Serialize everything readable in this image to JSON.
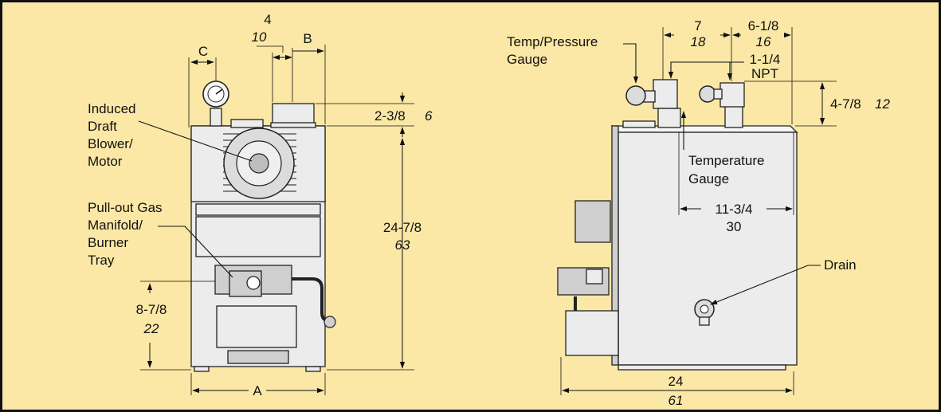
{
  "colors": {
    "background": "#fbe8a6",
    "frame": "#111111"
  },
  "front_view": {
    "labels": {
      "blower": [
        "Induced",
        "Draft",
        "Blower/",
        "Motor"
      ],
      "manifold": [
        "Pull-out Gas",
        "Manifold/",
        "Burner",
        "Tray"
      ]
    },
    "dims": {
      "c": "C",
      "four": "4",
      "ten": "10",
      "b": "B",
      "flue_in": "2-3/8",
      "flue_cm": "6",
      "height_in": "24-7/8",
      "height_cm": "63",
      "gas_in": "8-7/8",
      "gas_cm": "22",
      "a": "A"
    }
  },
  "side_view": {
    "labels": {
      "temp_pressure": [
        "Temp/Pressure",
        "Gauge"
      ],
      "temperature": [
        "Temperature",
        "Gauge"
      ],
      "drain": "Drain"
    },
    "dims": {
      "seven_in": "7",
      "seven_cm": "18",
      "sixeighth_in": "6-1/8",
      "sixeighth_cm": "16",
      "npt_size": "1-1/4",
      "npt": "NPT",
      "top_in": "4-7/8",
      "top_cm": "12",
      "mid_in": "11-3/4",
      "mid_cm": "30",
      "depth_in": "24",
      "depth_cm": "61"
    }
  }
}
